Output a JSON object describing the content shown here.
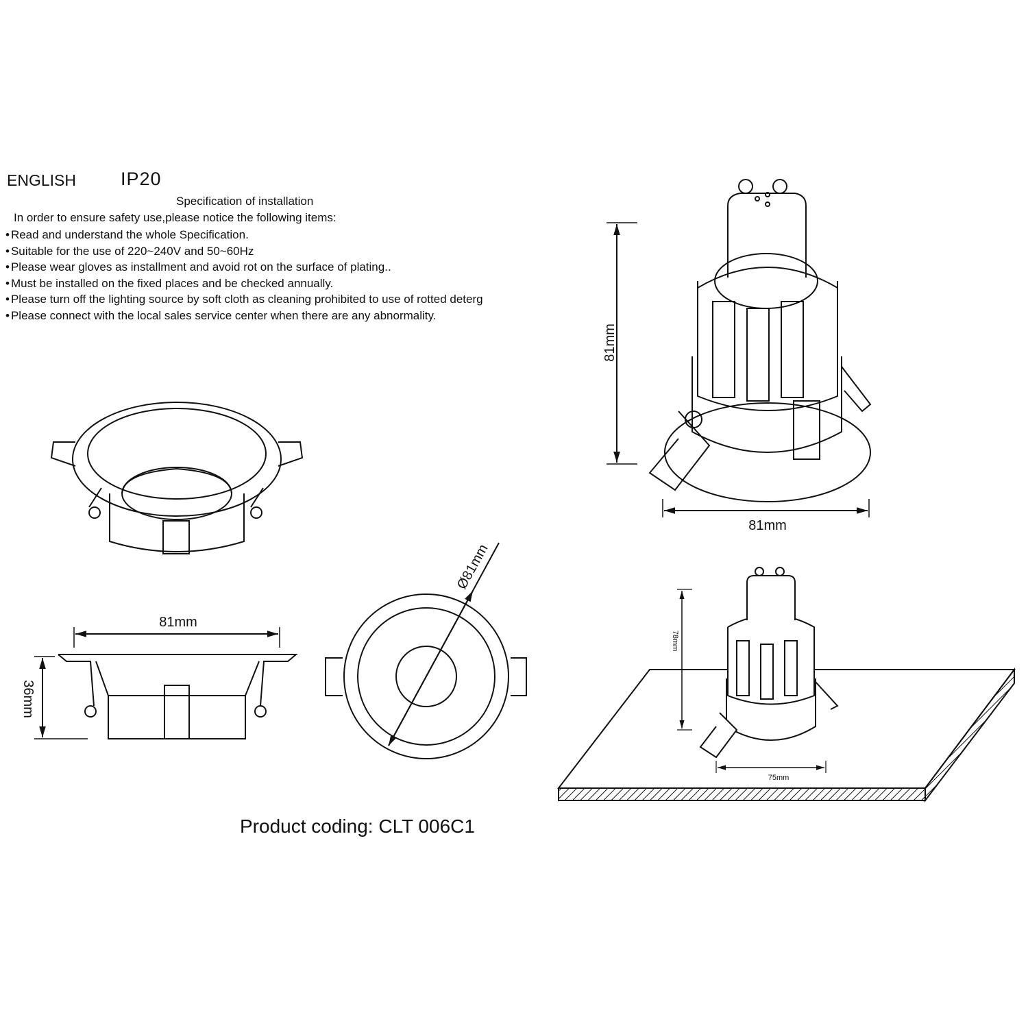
{
  "header": {
    "language": "ENGLISH",
    "ip_rating": "IP20"
  },
  "spec_title": "Specification of installation",
  "intro": "In order to ensure safety use,please notice the following items:",
  "items": [
    "Read and understand the whole Specification.",
    "Suitable for the use of 220~240V and 50~60Hz",
    "Please wear gloves as installment and avoid rot on the surface of plating..",
    "Must be installed on the fixed places and be checked annually.",
    "Please turn off the lighting source by soft cloth as cleaning prohibited to use of rotted deterg",
    "Please connect with the local sales service center when there are any abnormality."
  ],
  "dimensions": {
    "lamp_height": "81mm",
    "lamp_width": "81mm",
    "side_width": "81mm",
    "side_height": "36mm",
    "top_diameter": "Ø81mm",
    "install_height": "78mm",
    "install_cutout": "75mm"
  },
  "product_coding": "Product coding: CLT 006C1"
}
